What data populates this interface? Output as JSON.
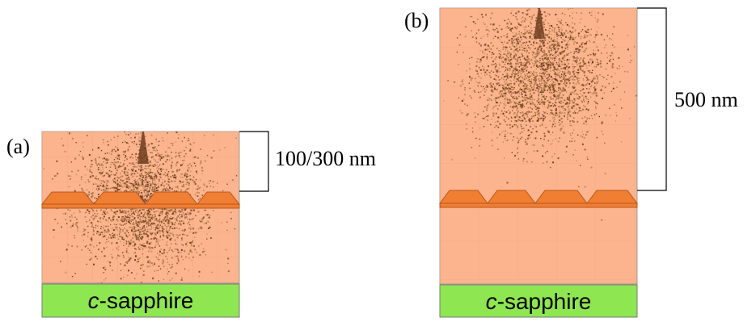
{
  "panels": [
    {
      "id": "a",
      "label": "(a)",
      "thickness_label": "100/300 nm",
      "substrate_italic": "c",
      "substrate_rest": "-sapphire"
    },
    {
      "id": "b",
      "label": "(b)",
      "thickness_label": "500 nm",
      "substrate_italic": "c",
      "substrate_rest": "-sapphire"
    }
  ],
  "colors": {
    "layer_fill": "#fbb48d",
    "layer_grid": "#f0a37c",
    "pattern_fill": "#f07f33",
    "pattern_stroke": "#b8561c",
    "substrate_fill": "#8ee651",
    "electron_track": "#6b3b1e",
    "electron_track_light": "#a87a40",
    "bracket": "#000000"
  }
}
